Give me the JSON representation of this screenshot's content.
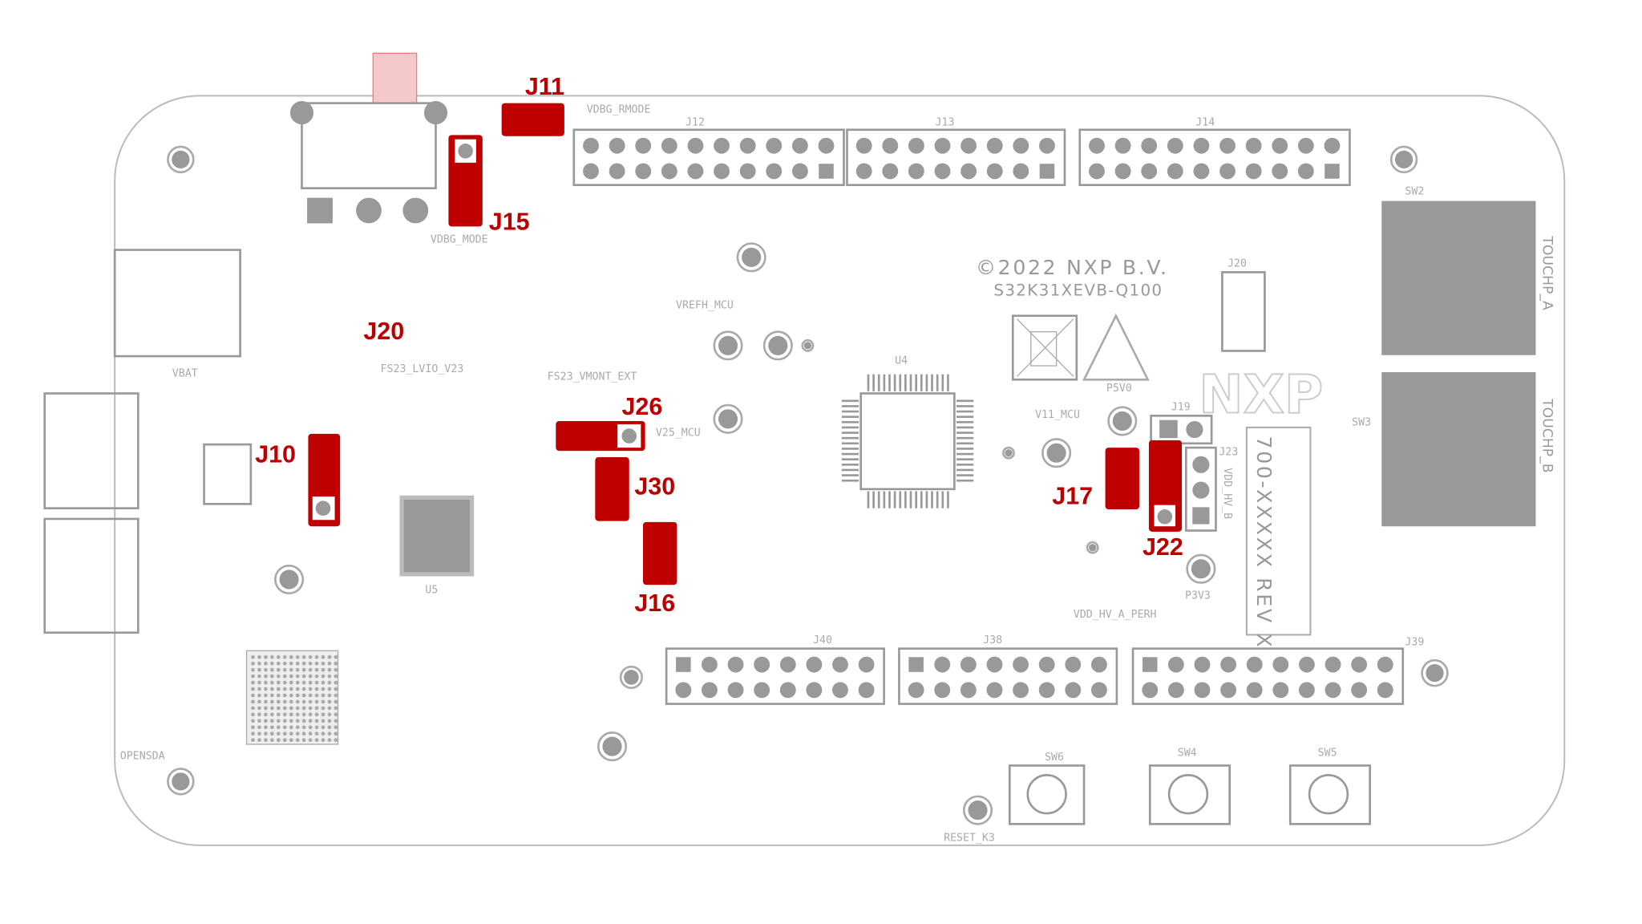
{
  "board": {
    "copyright": "©2022 NXP B.V.",
    "model": "S32K31XEVB-Q100",
    "logo": "NXP",
    "part_number": "700-XXXXX REV X",
    "touch_a": "TOUCHP_A",
    "touch_b": "TOUCHP_B",
    "reset_label": "RESET_K3",
    "opensda": "OPENSDA",
    "vdbg_mode": "VDBG_MODE",
    "vdbg_rmode": "VDBG_RMODE",
    "vrefh": "VREFH_MCU",
    "v11": "V11_MCU",
    "v25": "V25_MCU",
    "vdd_hv_b": "VDD_HV_B",
    "vdd_hv_a_perh": "VDD_HV_A_PERH",
    "fs23_lvio": "FS23_LVIO_V23",
    "fs23_vmont": "FS23_VMONT_EXT",
    "vbat": "VBAT",
    "p5v0": "P5V0",
    "p3v3": "P3V3"
  },
  "headers": {
    "j12": "J12",
    "j13": "J13",
    "j14": "J14",
    "j40": "J40",
    "j38": "J38",
    "j39": "J39",
    "u4": "U4",
    "u5": "U5",
    "sw2": "SW2",
    "sw3": "SW3",
    "sw4": "SW4",
    "sw5": "SW5",
    "sw6": "SW6",
    "j20": "J20",
    "j19": "J19",
    "j23": "J23"
  },
  "jumpers": [
    {
      "id": "J11",
      "label": "J11"
    },
    {
      "id": "J15",
      "label": "J15"
    },
    {
      "id": "J20",
      "label": "J20"
    },
    {
      "id": "J26",
      "label": "J26"
    },
    {
      "id": "J30",
      "label": "J30"
    },
    {
      "id": "J16",
      "label": "J16"
    },
    {
      "id": "J10",
      "label": "J10"
    },
    {
      "id": "J17",
      "label": "J17"
    },
    {
      "id": "J22",
      "label": "J22"
    }
  ],
  "colors": {
    "highlight": "#bf0000",
    "silkscreen": "#999999"
  }
}
